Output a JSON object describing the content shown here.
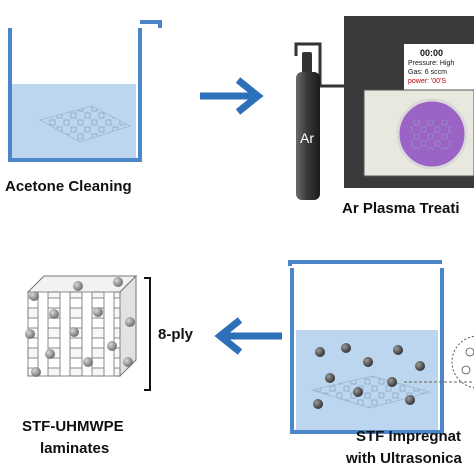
{
  "steps": {
    "acetone": {
      "label": "Acetone Cleaning"
    },
    "plasma": {
      "label": "Ar Plasma Treati",
      "cylinder_label": "Ar",
      "screen": {
        "time": "00:00",
        "line1": "Pressure: High",
        "line2": "Gas:     6 sccm",
        "line3": "power:   '00'S"
      }
    },
    "impregnation": {
      "label_line1": "STF Impregnat",
      "label_line2": "with Ultrasonica"
    },
    "laminate": {
      "label_line1": "STF-UHMWPE",
      "label_line2": "laminates",
      "ply_label": "8-ply"
    }
  },
  "colors": {
    "beaker": "#4a86c8",
    "liquid": "#bcd6ef",
    "arrow": "#2b70b8",
    "machine": "#3a3a3a",
    "purple": "#9b63c6"
  }
}
